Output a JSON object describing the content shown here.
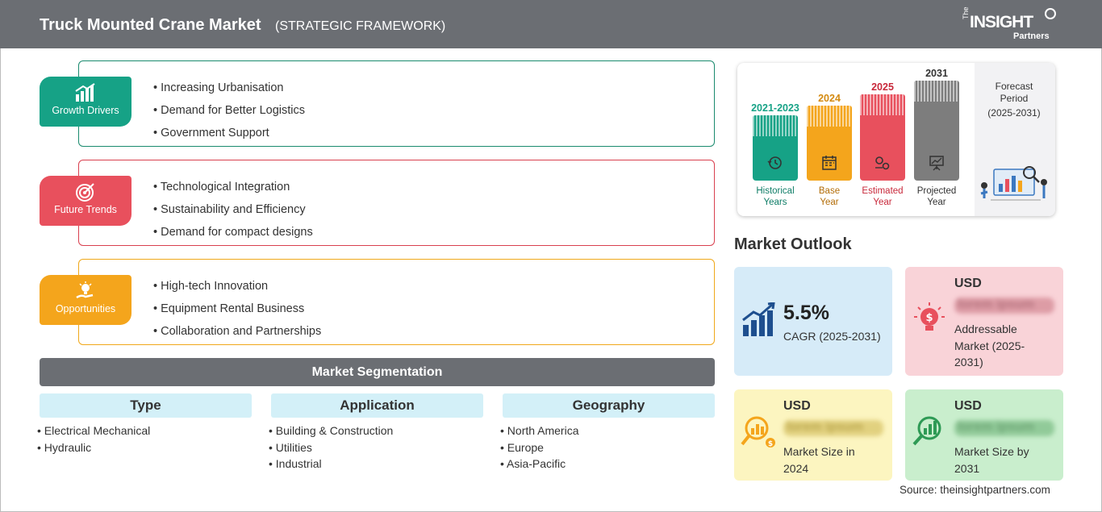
{
  "header": {
    "title": "Truck Mounted Crane Market",
    "subtitle": "(STRATEGIC FRAMEWORK)",
    "logo": {
      "the": "The",
      "insight": "INSIGHT",
      "partners": "Partners"
    }
  },
  "framework": {
    "growth_drivers": {
      "label": "Growth Drivers",
      "items": [
        "Increasing Urbanisation",
        "Demand for Better Logistics",
        "Government Support"
      ],
      "color": "#16a286"
    },
    "future_trends": {
      "label": "Future Trends",
      "items": [
        "Technological Integration",
        "Sustainability and Efficiency",
        "Demand for compact designs"
      ],
      "color": "#e8505d"
    },
    "opportunities": {
      "label": "Opportunities",
      "items": [
        "High-tech Innovation",
        "Equipment Rental Business",
        "Collaboration and Partnerships"
      ],
      "color": "#f4a51c"
    }
  },
  "segmentation": {
    "title": "Market Segmentation",
    "columns": [
      {
        "heading": "Type",
        "items": [
          "Electrical Mechanical",
          "Hydraulic"
        ]
      },
      {
        "heading": "Application",
        "items": [
          "Building & Construction",
          "Utilities",
          "Industrial"
        ]
      },
      {
        "heading": "Geography",
        "items": [
          "North America",
          "Europe",
          "Asia-Pacific"
        ]
      }
    ]
  },
  "timeline": {
    "bars": [
      {
        "year": "2021-2023",
        "label_line1": "Historical",
        "label_line2": "Years",
        "color": "#16a286",
        "icon": "history-icon",
        "level": 0.55
      },
      {
        "year": "2024",
        "label_line1": "Base",
        "label_line2": "Year",
        "color": "#f4a51c",
        "icon": "calendar-icon",
        "level": 0.63
      },
      {
        "year": "2025",
        "label_line1": "Estimated",
        "label_line2": "Year",
        "color": "#e8505d",
        "icon": "gears-icon",
        "level": 0.72
      },
      {
        "year": "2031",
        "label_line1": "Projected",
        "label_line2": "Year",
        "color": "#7d7d7d",
        "icon": "presentation-icon",
        "level": 0.84
      }
    ],
    "forecast": {
      "line1": "Forecast",
      "line2": "Period",
      "period": "(2025-2031)"
    }
  },
  "outlook": {
    "title": "Market Outlook",
    "cagr": {
      "value": "5.5%",
      "label": "CAGR (2025-2031)",
      "bg": "#d6ebf8",
      "icon": "growth-chart-icon"
    },
    "addressable": {
      "usd": "USD",
      "blurred": "lorem ipsum",
      "label": "Addressable Market (2025-2031)",
      "bg": "#f9d3d8",
      "icon": "lightbulb-dollar-icon"
    },
    "size_2024": {
      "usd": "USD",
      "blurred": "lorem ipsum",
      "label": "Market Size in 2024",
      "bg": "#fcf5c0",
      "icon": "magnifier-chart-icon"
    },
    "size_2031": {
      "usd": "USD",
      "blurred": "lorem ipsum",
      "label": "Market Size by 2031",
      "bg": "#c9eecd",
      "icon": "magnifier-growth-icon"
    }
  },
  "source": "Source: theinsightpartners.com"
}
